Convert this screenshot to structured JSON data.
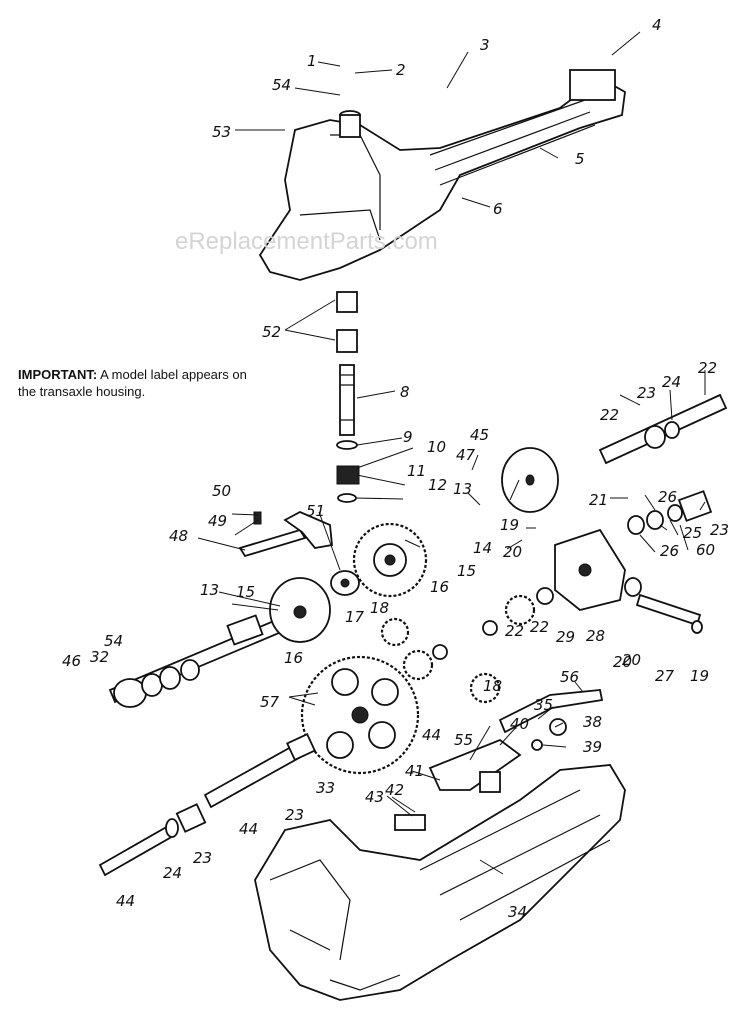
{
  "watermark": "eReplacementParts.com",
  "note": {
    "label": "IMPORTANT:",
    "text_line1": " A model label appears on",
    "text_line2": "the   transaxle  housing."
  },
  "callouts": [
    "1",
    "2",
    "3",
    "4",
    "5",
    "6",
    "8",
    "9",
    "10",
    "11",
    "12",
    "13",
    "13",
    "14",
    "15",
    "15",
    "16",
    "16",
    "17",
    "18",
    "18",
    "19",
    "19",
    "20",
    "20",
    "20",
    "21",
    "22",
    "22",
    "22",
    "22",
    "23",
    "23",
    "23",
    "23",
    "24",
    "24",
    "25",
    "26",
    "26",
    "27",
    "28",
    "29",
    "32",
    "33",
    "34",
    "35",
    "38",
    "39",
    "40",
    "41",
    "42",
    "43",
    "44",
    "44",
    "44",
    "45",
    "46",
    "47",
    "48",
    "49",
    "50",
    "51",
    "52",
    "53",
    "54",
    "54",
    "55",
    "56",
    "57",
    "60"
  ]
}
